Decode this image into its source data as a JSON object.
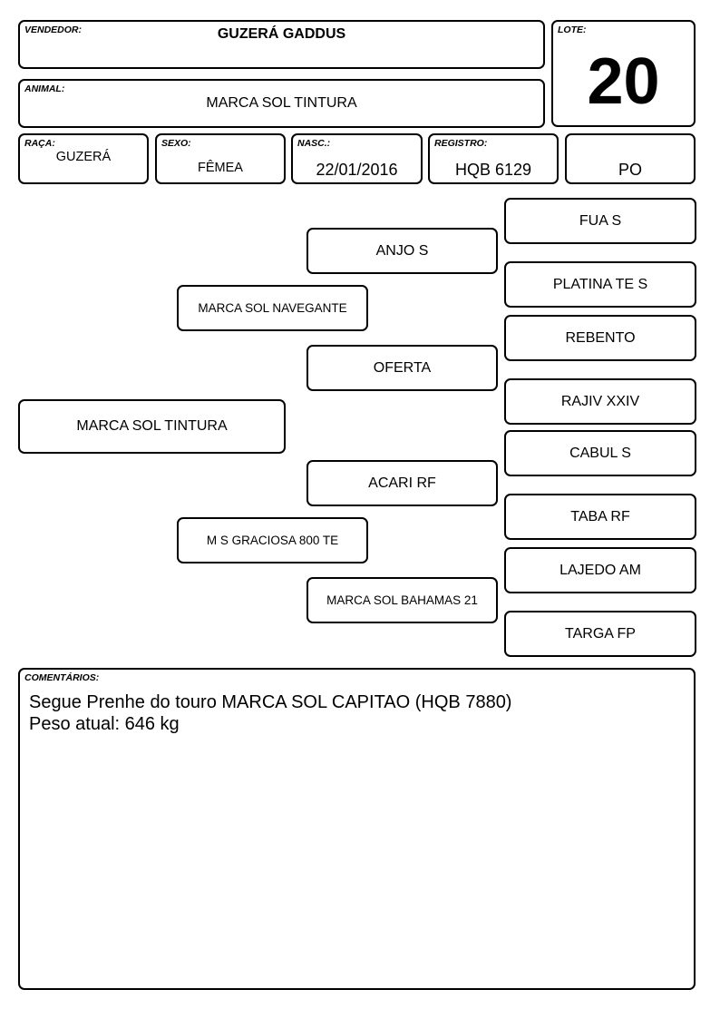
{
  "header": {
    "vendedor": {
      "label": "VENDEDOR:",
      "value": "GUZERÁ GADDUS"
    },
    "lote": {
      "label": "LOTE:",
      "value": "20"
    },
    "animal": {
      "label": "ANIMAL:",
      "value": "MARCA SOL TINTURA"
    },
    "raca": {
      "label": "RAÇA:",
      "value": "GUZERÁ"
    },
    "sexo": {
      "label": "SEXO:",
      "value": "FÊMEA"
    },
    "nasc": {
      "label": "NASC.:",
      "value": "22/01/2016"
    },
    "registro": {
      "label": "REGISTRO:",
      "value": "HQB 6129"
    },
    "categoria": {
      "value": "PO"
    }
  },
  "pedigree": {
    "animal": "MARCA SOL TINTURA",
    "sire": "MARCA SOL NAVEGANTE",
    "dam": "M S GRACIOSA 800 TE",
    "sire_sire": "ANJO S",
    "sire_dam": "OFERTA",
    "dam_sire": "ACARI RF",
    "dam_dam": "MARCA SOL BAHAMAS 21",
    "g3": [
      "FUA S",
      "PLATINA TE S",
      "REBENTO",
      "RAJIV XXIV",
      "CABUL S",
      "TABA RF",
      "LAJEDO AM",
      "TARGA FP"
    ]
  },
  "comments": {
    "label": "COMENTÁRIOS:",
    "lines": [
      "Segue Prenhe do touro MARCA SOL CAPITAO (HQB 7880)",
      "Peso atual: 646 kg"
    ]
  }
}
